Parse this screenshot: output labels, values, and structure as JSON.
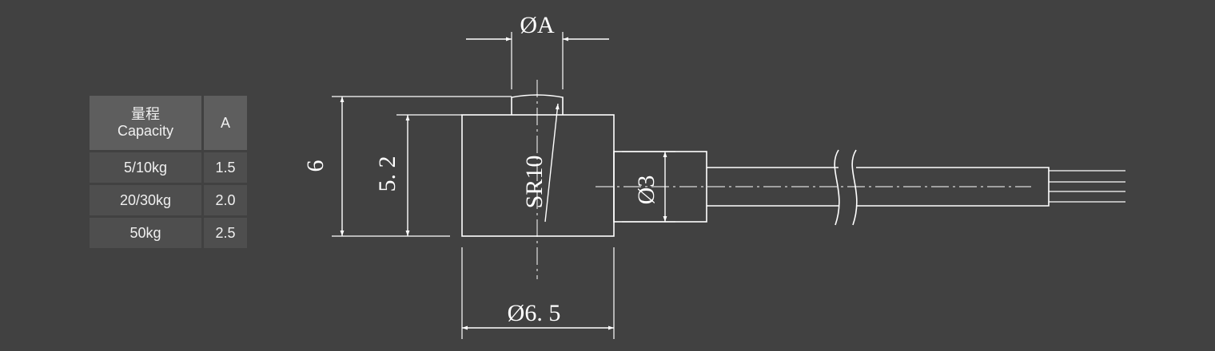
{
  "table": {
    "header": {
      "capacity_cn": "量程",
      "capacity_en": "Capacity",
      "dim": "A"
    },
    "rows": [
      {
        "capacity": "5/10kg",
        "a": "1.5"
      },
      {
        "capacity": "20/30kg",
        "a": "2.0"
      },
      {
        "capacity": "50kg",
        "a": "2.5"
      }
    ]
  },
  "drawing": {
    "dim_diameter_a": "ØA",
    "dim_height_total": "6",
    "dim_height_body": "5. 2",
    "dim_radius": "SR10",
    "dim_neck_diameter": "Ø3",
    "dim_body_diameter": "Ø6. 5"
  },
  "colors": {
    "background": "#414141",
    "line": "#ffffff",
    "table_header": "#5e5e5e",
    "table_cell": "#4e4e4e"
  }
}
